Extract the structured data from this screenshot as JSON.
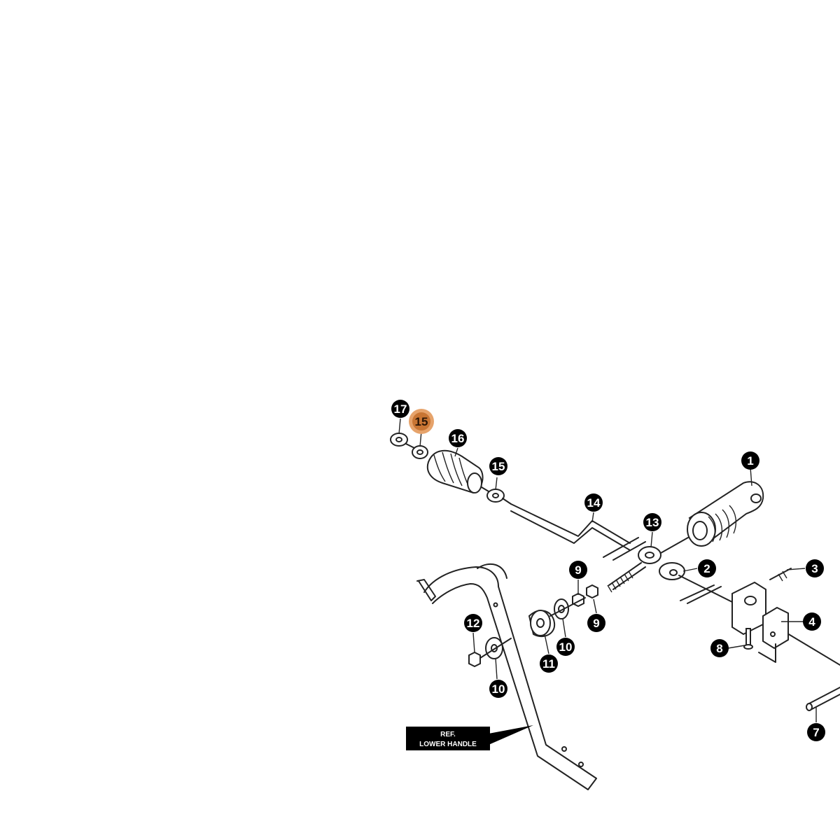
{
  "callouts": {
    "c1": "1",
    "c2": "2",
    "c3": "3",
    "c4": "4",
    "c7": "7",
    "c8": "8",
    "c9a": "9",
    "c9b": "9",
    "c10a": "10",
    "c10b": "10",
    "c11": "11",
    "c12": "12",
    "c13": "13",
    "c14": "14",
    "c15a": "15",
    "c15b": "15",
    "c16": "16",
    "c17": "17"
  },
  "highlighted_callout": "15",
  "colors": {
    "callout_fill": "#000000",
    "highlight_fill": "#c87533",
    "highlight_ring": "#e6a36b",
    "line": "#222222",
    "background": "#ffffff"
  },
  "ref_label": {
    "line1": "REF.",
    "line2": "LOWER HANDLE"
  }
}
